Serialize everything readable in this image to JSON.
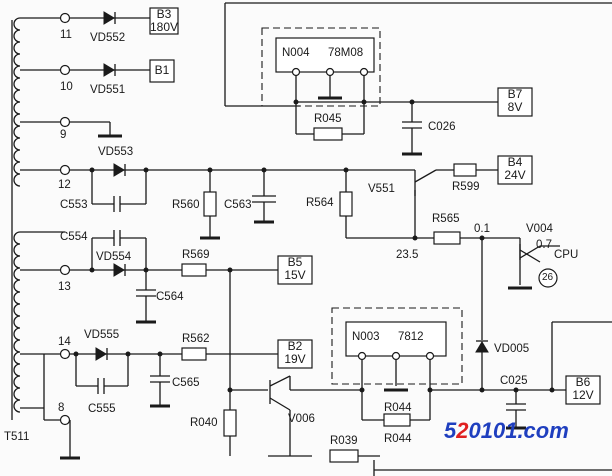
{
  "transformer": "T511",
  "pins": [
    "11",
    "10",
    "9",
    "12",
    "13",
    "14",
    "8"
  ],
  "diodes": {
    "vd552": "VD552",
    "vd551": "VD551",
    "vd553": "VD553",
    "vd554": "VD554",
    "vd555": "VD555",
    "vd005": "VD005"
  },
  "outputs": {
    "b3_name": "B3",
    "b3_value": "180V",
    "b1_name": "B1",
    "b7_name": "B7",
    "b7_value": "8V",
    "b4_name": "B4",
    "b4_value": "24V",
    "b5_name": "B5",
    "b5_value": "15V",
    "b2_name": "B2",
    "b2_value": "19V",
    "b6_name": "B6",
    "b6_value": "12V"
  },
  "regulators": {
    "n004": "N004",
    "n004_type": "78M08",
    "n003": "N003",
    "n003_type": "7812"
  },
  "resistors": {
    "r045": "R045",
    "r560": "R560",
    "r564": "R564",
    "r599": "R599",
    "r565": "R565",
    "r569": "R569",
    "r562": "R562",
    "r040": "R040",
    "r044_a": "R044",
    "r044_b": "R044",
    "r039": "R039"
  },
  "capacitors": {
    "c026": "C026",
    "c553": "C553",
    "c563": "C563",
    "c554": "C554",
    "c564": "C564",
    "c565": "C565",
    "c555": "C555",
    "c025": "C025"
  },
  "transistors": {
    "v551": "V551",
    "v004": "V004",
    "v006": "V006"
  },
  "annotations": {
    "v_23_5": "23.5",
    "v_0_1": "0.1",
    "v_0_7": "0.7",
    "cpu": "CPU",
    "cpu_pin": "26"
  },
  "watermark": {
    "text_blue_a": "5",
    "text_red": "2",
    "text_blue_b": "0101.com"
  }
}
